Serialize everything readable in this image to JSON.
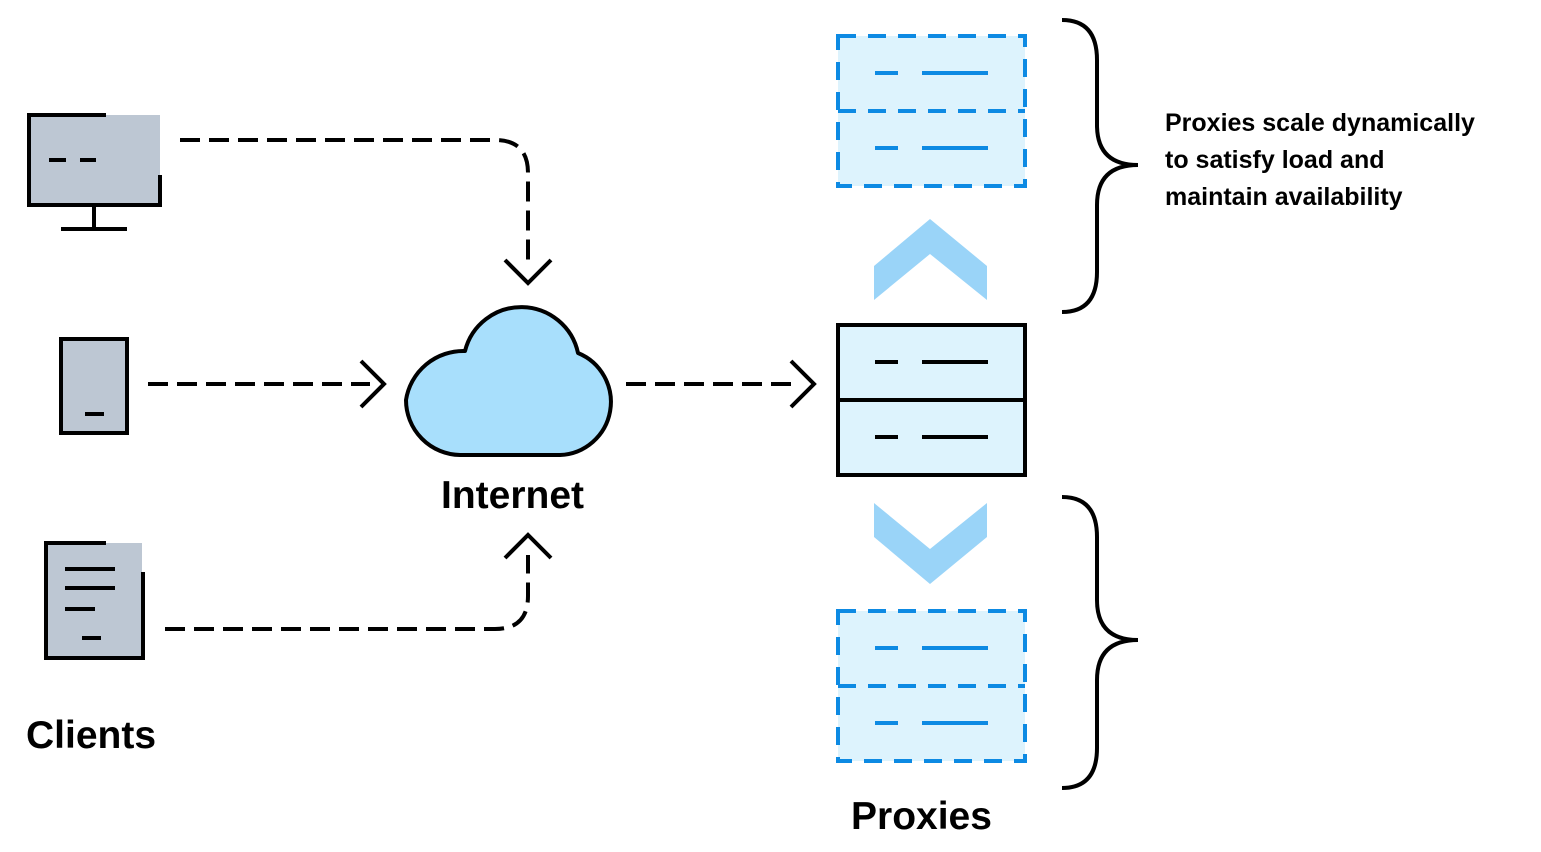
{
  "title": "Proxy scaling architecture",
  "labels": {
    "clients": "Clients",
    "internet": "Internet",
    "proxies": "Proxies",
    "note_lines": [
      "Proxies scale dynamically",
      "to satisfy load and",
      "maintain availability"
    ]
  },
  "nodes": [
    {
      "id": "desktop-client",
      "kind": "client",
      "icon": "monitor-icon"
    },
    {
      "id": "mobile-client",
      "kind": "client",
      "icon": "phone-icon"
    },
    {
      "id": "document-client",
      "kind": "client",
      "icon": "document-icon"
    },
    {
      "id": "internet",
      "kind": "network",
      "icon": "cloud-icon"
    },
    {
      "id": "proxy-active",
      "kind": "proxy",
      "icon": "server-icon",
      "state": "active"
    },
    {
      "id": "proxy-scaled-up",
      "kind": "proxy",
      "icon": "server-icon",
      "state": "scaled"
    },
    {
      "id": "proxy-scaled-down",
      "kind": "proxy",
      "icon": "server-icon",
      "state": "scaled"
    }
  ],
  "edges": [
    {
      "from": "desktop-client",
      "to": "internet",
      "style": "dashed"
    },
    {
      "from": "mobile-client",
      "to": "internet",
      "style": "dashed"
    },
    {
      "from": "document-client",
      "to": "internet",
      "style": "dashed"
    },
    {
      "from": "internet",
      "to": "proxy-active",
      "style": "dashed"
    }
  ],
  "colors": {
    "client_fill": "#bdc7d3",
    "cloud_fill": "#a8dffc",
    "server_fill": "#ddf3fd",
    "scaled_stroke": "#0d8ae3",
    "scale_arrow": "#9ad4f8",
    "ink": "#000000"
  }
}
